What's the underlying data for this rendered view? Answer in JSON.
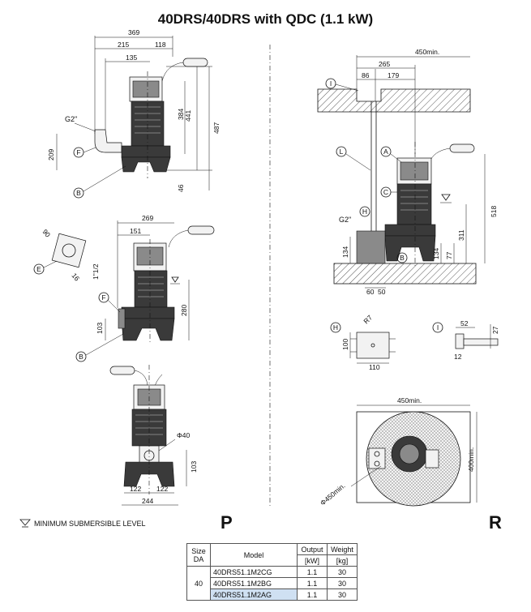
{
  "title": "40DRS/40DRS with QDC (1.1 kW)",
  "view_labels": {
    "left": "P",
    "right": "R"
  },
  "legend": "MINIMUM SUBMERSIBLE LEVEL",
  "callouts": [
    "A",
    "B",
    "C",
    "E",
    "F",
    "H",
    "I",
    "L"
  ],
  "dims_p": {
    "d369": "369",
    "d215": "215",
    "d118": "118",
    "d135": "135",
    "d441": "441",
    "d487": "487",
    "d384": "384",
    "d46": "46",
    "d209": "209",
    "g2": "G2\"",
    "d269": "269",
    "d151": "151",
    "d90": "90",
    "d16": "16",
    "rp": "1\"1/2",
    "d280": "280",
    "d103a": "103",
    "d40": "Φ40",
    "d103b": "103",
    "d122a": "122",
    "d122b": "122",
    "d244": "244"
  },
  "dims_r": {
    "d450top": "450min.",
    "d265": "265",
    "d86": "86",
    "d179": "179",
    "d518": "518",
    "d311": "311",
    "d77": "77",
    "d134a": "134",
    "d134b": "134",
    "g2": "G2\"",
    "d60": "60",
    "d50": "50",
    "d100": "100",
    "d110": "110",
    "r7": "R7",
    "d52": "52",
    "d27": "27",
    "d12": "12",
    "d450b": "450min.",
    "d400": "400min.",
    "d450dia": "Φ450min."
  },
  "table": {
    "headers": {
      "size": "Size DA",
      "model": "Model",
      "output": "Output",
      "weight": "Weight"
    },
    "units": {
      "output": "[kW]",
      "weight": "[kg]"
    },
    "size_value": "40",
    "rows": [
      {
        "model": "40DRS51.1M2CG",
        "output": "1.1",
        "weight": "30"
      },
      {
        "model": "40DRS51.1M2BG",
        "output": "1.1",
        "weight": "30"
      },
      {
        "model": "40DRS51.1M2AG",
        "output": "1.1",
        "weight": "30"
      }
    ]
  }
}
